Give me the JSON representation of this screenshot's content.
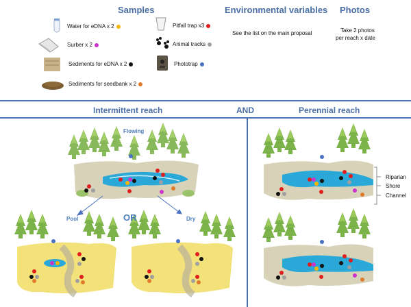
{
  "headers": {
    "samples": "Samples",
    "env": "Environmental variables",
    "photos": "Photos",
    "intermittent": "Intermittent reach",
    "and": "AND",
    "perennial": "Perennial reach"
  },
  "samples": [
    {
      "label": "Water for eDNA x 2",
      "dot": "#f2b705",
      "icon": "tube-icon"
    },
    {
      "label": "Surber x 2",
      "dot": "#cc33cc",
      "icon": "surber-net-icon"
    },
    {
      "label": "Sediments for eDNA x 2",
      "dot": "#111111",
      "icon": "sediment-block-icon"
    },
    {
      "label": "Sediments for seedbank x 2",
      "dot": "#e07a2a",
      "icon": "sediment-pile-icon"
    }
  ],
  "samples2": [
    {
      "label": "Pitfall trap x3",
      "dot": "#e01e1e",
      "icon": "cup-icon"
    },
    {
      "label": "Animal tracks",
      "dot": "#a0a0a0",
      "icon": "paw-print-icon"
    },
    {
      "label": "Phototrap",
      "dot": "#4a72c0",
      "icon": "camera-trap-icon"
    }
  ],
  "env_text": "See the list on the main proposal",
  "photos_text": [
    "Take 2 photos",
    "per reach x date"
  ],
  "labels": {
    "flowing": "Flowing",
    "pool": "Pool",
    "or": "OR",
    "dry": "Dry",
    "riparian": "Riparian",
    "shore": "Shore",
    "channel": "Channel"
  },
  "colors": {
    "accent": "#4a72b5",
    "water": "#2aa8d8",
    "dry": "#f3e27a"
  }
}
